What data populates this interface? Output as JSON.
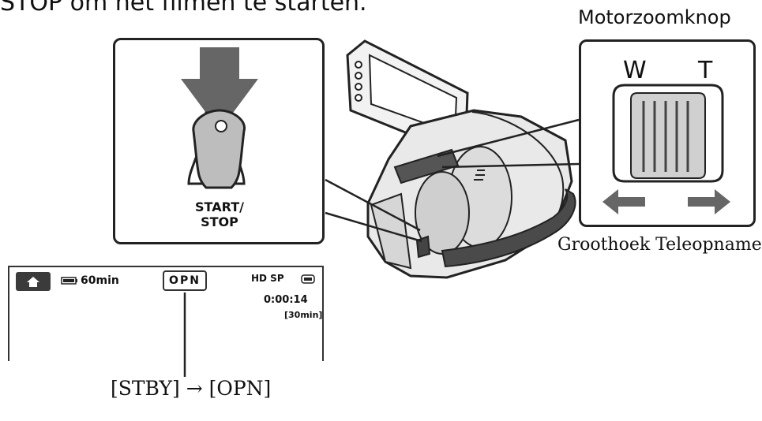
{
  "heading_fragment": "STOP om het filmen te starten.",
  "start_panel": {
    "button_label": "START/\nSTOP"
  },
  "zoom_panel": {
    "title": "Motorzoomknop",
    "wide_letter": "W",
    "tele_letter": "T",
    "caption": "Groothoek Teleopnamen"
  },
  "lcd": {
    "battery_time": "60min",
    "mode_badge": "OPN",
    "quality": "HD SP",
    "elapsed": "0:00:14",
    "remaining": "[30min]"
  },
  "flow_text": "[STBY] → [OPN]"
}
